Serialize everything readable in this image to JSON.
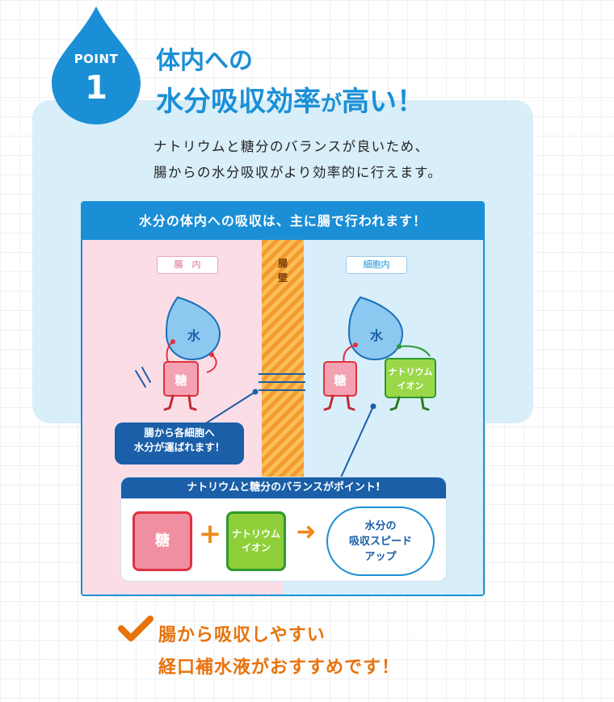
{
  "point": {
    "label": "POINT",
    "number": "1"
  },
  "headline": {
    "line1": "体内への",
    "line2_main": "水分吸収効率",
    "line2_small": "が",
    "line2_end": "高い！"
  },
  "description": {
    "line1": "ナトリウムと糖分のバランスが良いため、",
    "line2": "腸からの水分吸収がより効率的に行えます。"
  },
  "diagram": {
    "title": "水分の体内への吸収は、主に腸で行われます！",
    "left_tag": "腸　内",
    "right_tag": "細胞内",
    "wall_label": "腸壁",
    "water": "水",
    "sugar": "糖",
    "sodium_line1": "ナトリウム",
    "sodium_line2": "イオン",
    "bubble_line1": "腸から各細胞へ",
    "bubble_line2": "水分が運ばれます！"
  },
  "balance": {
    "title": "ナトリウムと糖分のバランスがポイント!",
    "sugar": "糖",
    "plus": "+",
    "sodium_line1": "ナトリウム",
    "sodium_line2": "イオン",
    "arrow": "➜",
    "result_line1": "水分の",
    "result_line2": "吸収スピード",
    "result_line3": "アップ"
  },
  "conclusion": {
    "line1": "腸から吸収しやすい",
    "line2": "経口補水液がおすすめです！"
  },
  "colors": {
    "brand_blue": "#1a8fd6",
    "dark_blue": "#1a5fa8",
    "orange": "#e8720c",
    "sugar_red": "#e0323f",
    "sodium_green": "#2f9a2f"
  }
}
